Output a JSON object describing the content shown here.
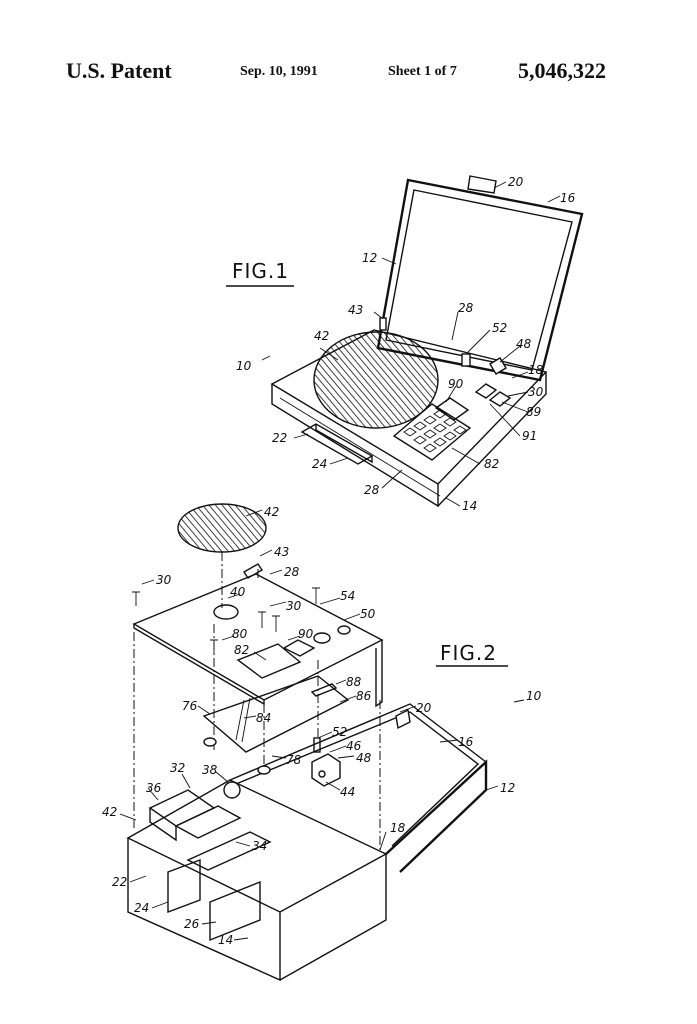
{
  "header": {
    "title": "U.S. Patent",
    "date": "Sep. 10, 1991",
    "sheet": "Sheet 1 of 7",
    "patent_number": "5,046,322"
  },
  "figures": {
    "fig1": {
      "label": "FIG.1",
      "refs": {
        "r20": "20",
        "r16": "16",
        "r12": "12",
        "r43": "43",
        "r28a": "28",
        "r52": "52",
        "r48": "48",
        "r42": "42",
        "r10": "10",
        "r18": "18",
        "r90": "90",
        "r30": "30",
        "r89": "89",
        "r91": "91",
        "r22": "22",
        "r24": "24",
        "r82": "82",
        "r28b": "28",
        "r14": "14"
      }
    },
    "fig2": {
      "label": "FIG.2",
      "refs": {
        "r42a": "42",
        "r43": "43",
        "r28": "28",
        "r30a": "30",
        "r40": "40",
        "r30b": "30",
        "r54": "54",
        "r50": "50",
        "r80": "80",
        "r90": "90",
        "r82": "82",
        "r88": "88",
        "r86": "86",
        "r10": "10",
        "r76": "76",
        "r84": "84",
        "r20": "20",
        "r16": "16",
        "r52": "52",
        "r46": "46",
        "r48": "48",
        "r78": "78",
        "r44": "44",
        "r12": "12",
        "r32": "32",
        "r38": "38",
        "r36": "36",
        "r42b": "42",
        "r34": "34",
        "r18": "18",
        "r22": "22",
        "r24": "24",
        "r26": "26",
        "r14": "14"
      }
    }
  }
}
